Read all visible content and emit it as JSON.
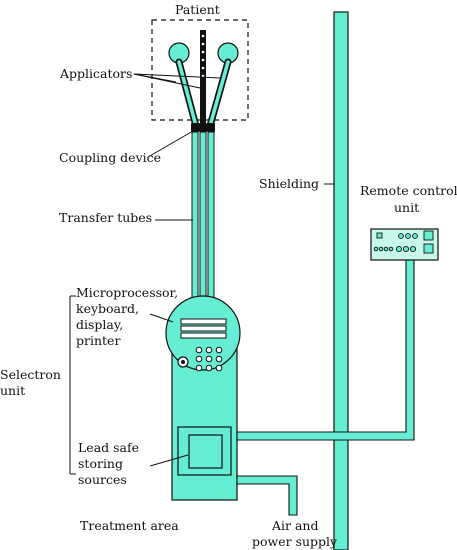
{
  "labels": {
    "patient": "Patient",
    "applicators": "Applicators",
    "coupling_device": "Coupling device",
    "transfer_tubes": "Transfer tubes",
    "shielding": "Shielding",
    "remote_control_line1": "Remote control",
    "remote_control_line2": "unit",
    "micro_line1": "Microprocessor,",
    "micro_line2": "keyboard,",
    "micro_line3": "display,",
    "micro_line4": "printer",
    "selectron_line1": "Selectron",
    "selectron_line2": "unit",
    "lead_line1": "Lead safe",
    "lead_line2": "storing",
    "lead_line3": "sources",
    "treatment_area": "Treatment area",
    "air_line1": "Air and",
    "air_line2": "power supply"
  },
  "colors": {
    "fill": "#66eed4",
    "fill_light": "#c8f7ec",
    "stroke": "#111111"
  }
}
